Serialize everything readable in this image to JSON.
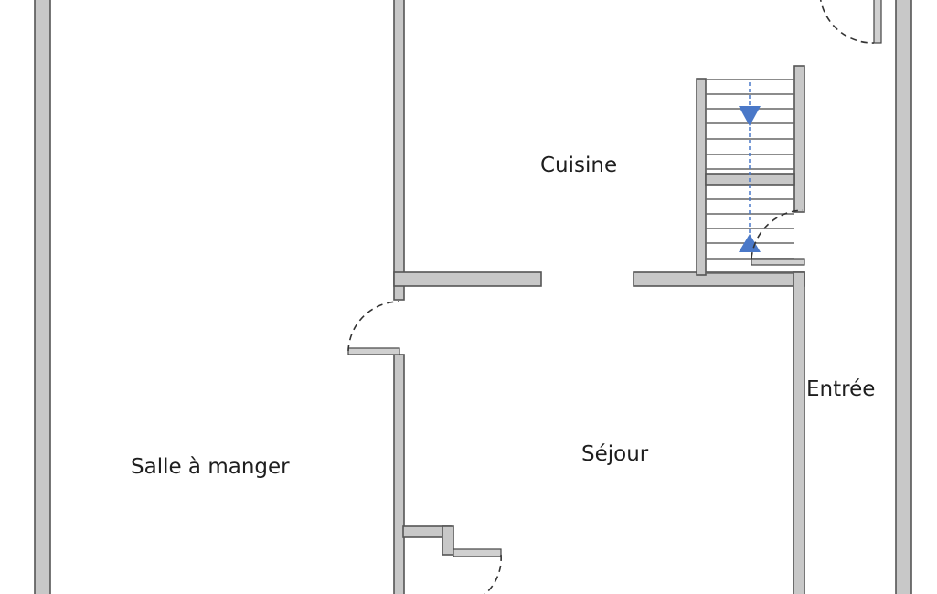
{
  "plan": {
    "rooms": [
      {
        "id": "cuisine",
        "label": "Cuisine"
      },
      {
        "id": "sejour",
        "label": "Séjour"
      },
      {
        "id": "entree",
        "label": "Entrée"
      },
      {
        "id": "salle",
        "label": "Salle à manger"
      }
    ],
    "colors": {
      "wall_fill": "#c8c8c8",
      "wall_stroke": "#555555",
      "stair_arrow": "#4a78c8",
      "background": "#ffffff"
    }
  }
}
